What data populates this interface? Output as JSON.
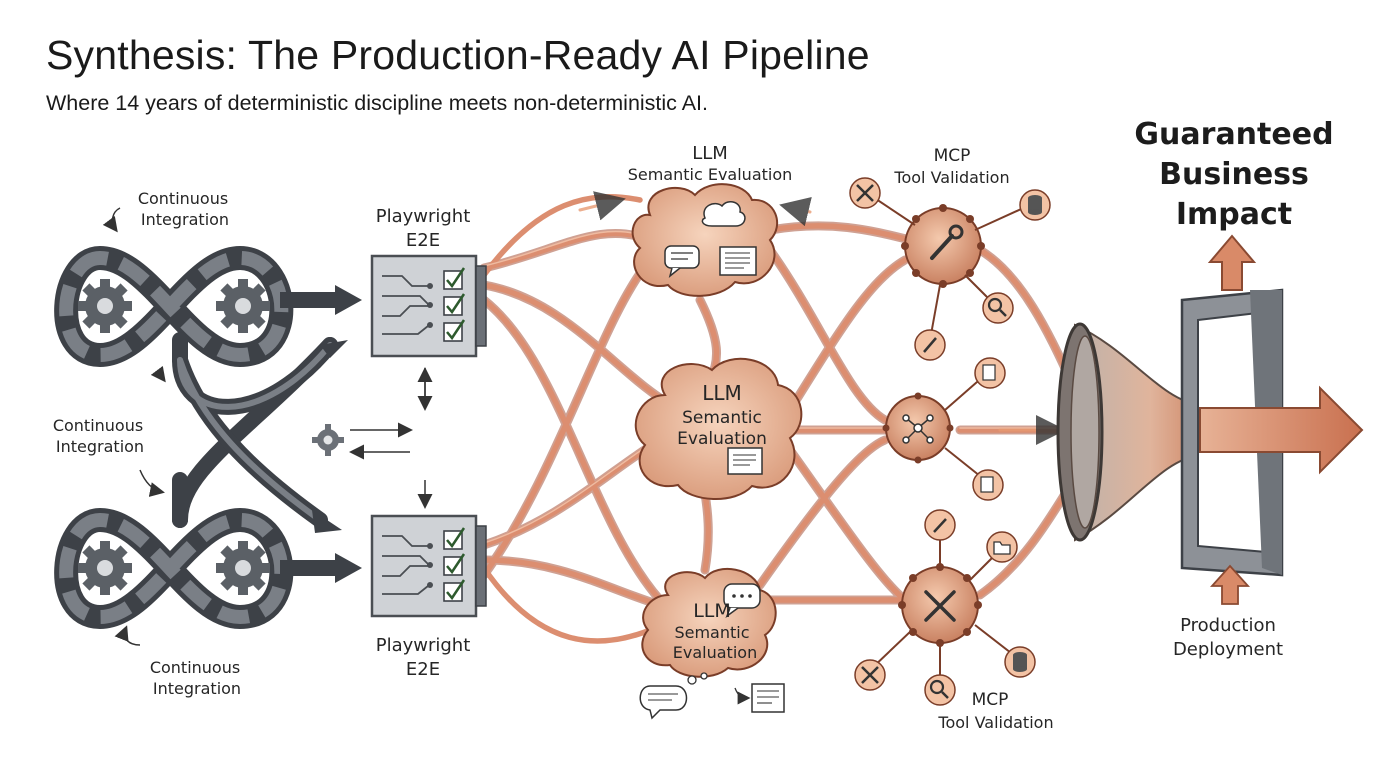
{
  "header": {
    "title": "Synthesis: The Production-Ready AI Pipeline",
    "subtitle": "Where 14 years of deterministic discipline meets non-deterministic AI."
  },
  "ci_labels": {
    "top": [
      "Continuous",
      "Integration"
    ],
    "middle": [
      "Continuous",
      "Integration"
    ],
    "bottom": [
      "Continuous",
      "Integration"
    ]
  },
  "playwright_labels": {
    "top": [
      "Playwright",
      "E2E"
    ],
    "bottom": [
      "Playwright",
      "E2E"
    ]
  },
  "llm_labels": {
    "top": [
      "LLM",
      "Semantic Evaluation"
    ],
    "middle": [
      "LLM",
      "Semantic",
      "Evaluation"
    ],
    "bottom": [
      "LLM",
      "Semantic",
      "Evaluation"
    ]
  },
  "mcp_labels": {
    "top": [
      "MCP",
      "Tool Validation"
    ],
    "bottom": [
      "MCP",
      "Tool Validation"
    ]
  },
  "outcome": {
    "headline": [
      "Guaranteed",
      "Business",
      "Impact"
    ],
    "deployment": [
      "Production",
      "Deployment"
    ]
  },
  "colors": {
    "tube": "#d9876a",
    "tube_dark": "#a8553c",
    "node": "#edbb9c",
    "gear_dark": "#555a60",
    "panel": "#cfd2d6"
  },
  "icons": [
    "gear-icon",
    "checkbox-icon",
    "speech-bubble-icon",
    "document-icon",
    "wrench-icon",
    "database-icon",
    "magnifier-icon",
    "folder-icon",
    "network-icon",
    "tools-icon"
  ]
}
